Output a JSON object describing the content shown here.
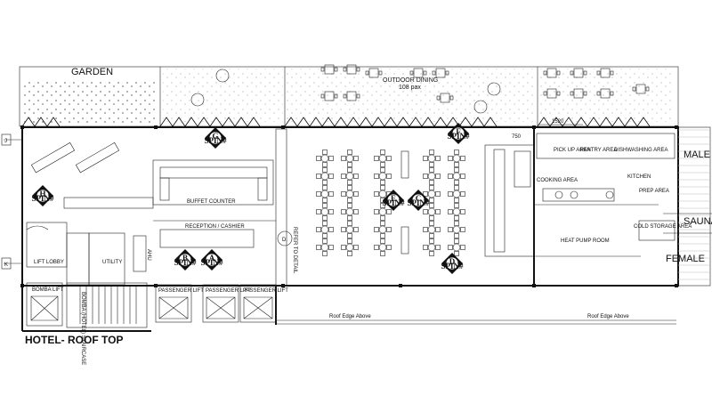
{
  "plan": {
    "title": "HOTEL- ROOF TOP",
    "grid_labels": [
      "J",
      "K"
    ],
    "rooms": {
      "garden": "GARDEN",
      "outdoor_dining": "OUTDOOR DINING",
      "outdoor_pax": "108 pax",
      "buffet_counter": "BUFFET COUNTER",
      "reception": "RECEPTION / CASHIER",
      "utility": "UTILITY",
      "lift_lobby": "LIFT LOBBY",
      "heat_pump": "HEAT PUMP ROOM",
      "kitchen": "KITCHEN",
      "cooking_area": "COOKING AREA",
      "pick_up_area": "PICK UP AREA",
      "pantry_area": "PANTRY AREA",
      "dishwashing_area": "DISHWASHING AREA",
      "prep_area": "PREP AREA",
      "cold_storage": "COLD STORAGE AREA",
      "male": "MALE",
      "sauna": "SAUNA",
      "female": "FEMALE",
      "ahu": "AHU",
      "bomba_lift": "BOMBA LIFT",
      "passenger_lift": "PASSENGER LIFT",
      "stair": "BOMBA (HOTEL) STAIRCASE",
      "refer_detail": "REFER TO DETAIL"
    },
    "notes": {
      "roof_edge": "Roof Edge Above",
      "dimension": "1520",
      "dimension2": "750"
    },
    "markers": [
      {
        "letter": "G",
        "sub": "SPIN#"
      },
      {
        "letter": "F",
        "sub": "SPIN#"
      },
      {
        "letter": "H",
        "sub": "SPIN#"
      },
      {
        "letter": "E",
        "sub": "SPIN#"
      },
      {
        "letter": "C",
        "sub": "SPIN#"
      },
      {
        "letter": "B",
        "sub": "SPIN#"
      },
      {
        "letter": "A",
        "sub": "SPIN#"
      },
      {
        "letter": "D",
        "sub": "SPIN#"
      }
    ]
  }
}
